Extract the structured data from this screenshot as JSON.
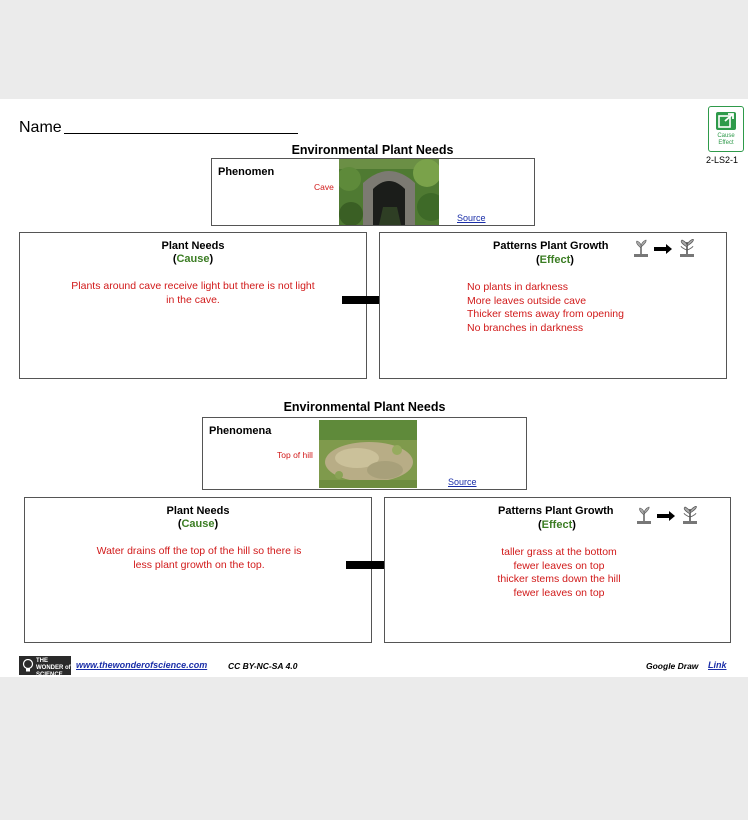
{
  "header": {
    "name_label": "Name",
    "badge_text_1": "Cause",
    "badge_text_2": "Effect",
    "standard_code": "2-LS2-1"
  },
  "section1": {
    "title": "Environmental Plant Needs",
    "phenomenon_label": "Phenomen",
    "image_caption": "Cave",
    "source_link": "Source",
    "cause_title": "Plant Needs",
    "cause_sub": "Cause",
    "cause_text": "Plants around cave receive light but there is not light in the cave.",
    "effect_title": "Patterns Plant Growth",
    "effect_sub": "Effect",
    "effect_lines": [
      "No plants in darkness",
      "More leaves outside cave",
      "Thicker stems away from opening",
      "No branches in darkness"
    ]
  },
  "section2": {
    "title": "Environmental Plant Needs",
    "phenomenon_label": "Phenomena",
    "image_caption": "Top of hill",
    "source_link": "Source",
    "cause_title": "Plant Needs",
    "cause_sub": "Cause",
    "cause_text": "Water drains off the top of the hill so there is less plant growth on the top.",
    "effect_title": "Patterns Plant Growth",
    "effect_sub": "Effect",
    "effect_lines": [
      "taller grass at the bottom",
      "fewer leaves on top",
      "thicker stems down the hill",
      "fewer leaves on top"
    ]
  },
  "footer": {
    "logo_text_1": "THE",
    "logo_text_2": "WONDER of",
    "logo_text_3": "SCIENCE",
    "website": "www.thewonderofscience.com",
    "license": "CC BY-NC-SA 4.0",
    "google_draw": "Google Draw",
    "link": "Link"
  },
  "colors": {
    "cause_effect_red": "#d11a1a",
    "green": "#3b7d23",
    "link_blue": "#1a2ea8"
  }
}
